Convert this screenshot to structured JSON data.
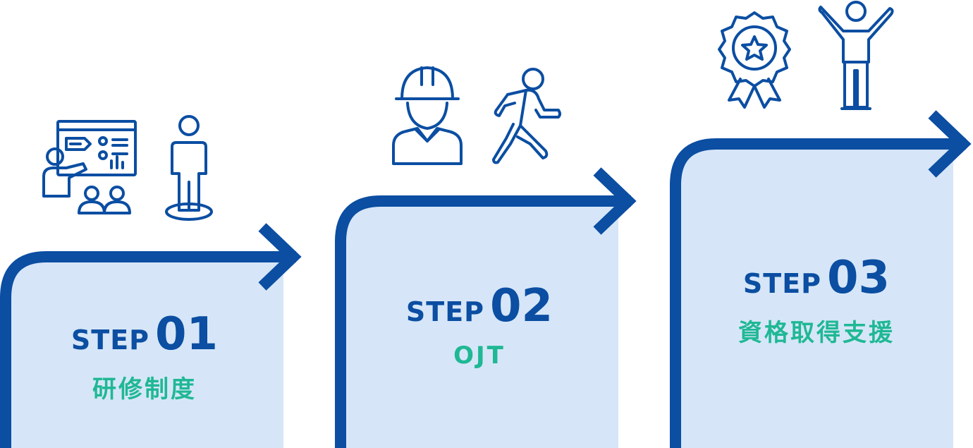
{
  "colors": {
    "primary": "#0b4ea2",
    "fill": "#d6e6f8",
    "accent": "#1fb894"
  },
  "steps": [
    {
      "label": "STEP",
      "number": "01",
      "title": "研修制度",
      "icons": [
        "presentation-board-icon",
        "standing-person-icon"
      ]
    },
    {
      "label": "STEP",
      "number": "02",
      "title": "OJT",
      "icons": [
        "helmet-worker-icon",
        "running-person-icon"
      ]
    },
    {
      "label": "STEP",
      "number": "03",
      "title": "資格取得支援",
      "icons": [
        "award-ribbon-icon",
        "cheering-person-icon"
      ]
    }
  ]
}
